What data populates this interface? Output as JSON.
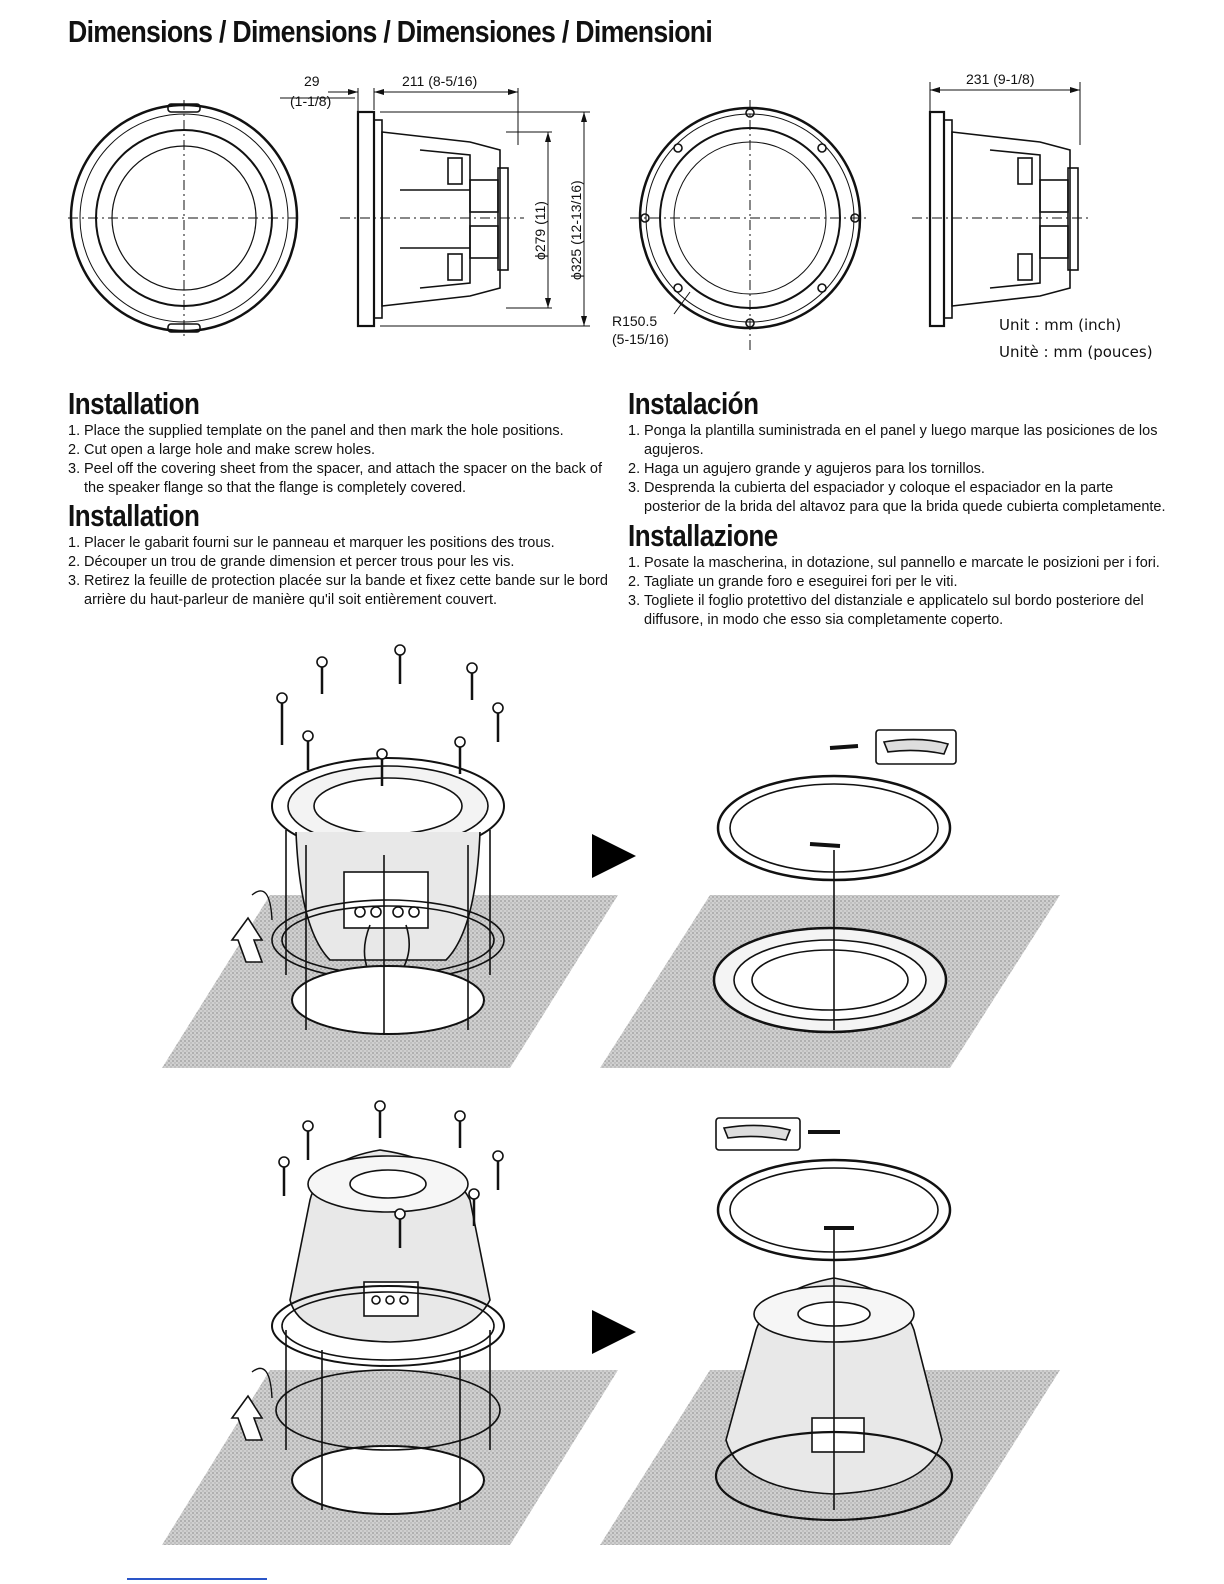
{
  "page": {
    "title": "Dimensions / Dimensions / Dimensiones / Dimensioni"
  },
  "dimensions": {
    "front_depth_value": "29",
    "front_depth_inch": "(1-1/8)",
    "depth_top": "211 (8-5/16)",
    "dia_inner": "ϕ279 (11)",
    "dia_outer": "ϕ325 (12-13/16)",
    "radius": "R150.5",
    "radius_inch": "(5-15/16)",
    "depth_top_right": "231 (9-1/8)",
    "unit_en": "Unit : mm (inch)",
    "unit_fr": "Unitè : mm (pouces)"
  },
  "sections": {
    "en": {
      "heading": "Installation",
      "steps": [
        "Place the supplied template on the panel and then mark the hole positions.",
        "Cut open a large hole and make screw holes.",
        "Peel off the covering sheet from the spacer, and attach the spacer on the back of the speaker flange so that the flange is completely covered."
      ]
    },
    "fr": {
      "heading": "Installation",
      "steps": [
        "Placer le gabarit fourni sur le panneau et marquer les positions des trous.",
        "Découper un trou de grande dimension et percer trous pour les vis.",
        "Retirez la feuille de protection placée sur la bande et fixez cette bande sur le bord arrière du haut-parleur de manière qu'il soit entièrement couvert."
      ]
    },
    "es": {
      "heading": "Instalación",
      "steps": [
        "Ponga la plantilla suministrada en el panel y luego marque las posiciones de los agujeros.",
        "Haga un agujero grande y agujeros para los tornillos.",
        "Desprenda la cubierta del espaciador y coloque el espaciador en la parte posterior de la brida del altavoz para que la brida quede cubierta completamente."
      ]
    },
    "it": {
      "heading": "Installazione",
      "steps": [
        "Posate la mascherina, in dotazione, sul pannello e marcate le posizioni per i fori.",
        "Tagliate un grande foro e eseguirei fori per le viti.",
        "Togliete il foglio protettivo del distanziale e applicatelo sul bordo posteriore del diffusore, in modo che esso sia completamente coperto."
      ]
    }
  },
  "step_numbers": [
    "1.",
    "2.",
    "3."
  ],
  "colors": {
    "ink": "#111111",
    "floor": "#bdbdbd",
    "link_line": "#2a55c8"
  }
}
